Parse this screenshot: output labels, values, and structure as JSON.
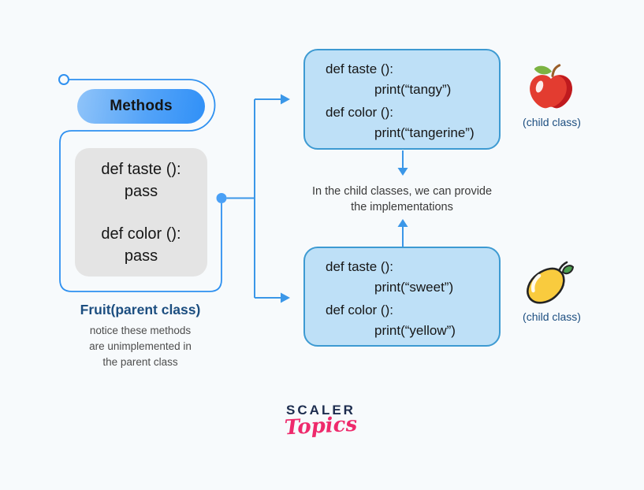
{
  "colors": {
    "background": "#f7fafc",
    "accent_blue": "#2e90f0",
    "connector_blue": "#3b97e8",
    "pill_gradient_start": "#90c4f9",
    "pill_gradient_end": "#3090f7",
    "child_box_fill": "#bee0f7",
    "child_box_border": "#3d9ad2",
    "parent_box_fill": "#e4e4e4",
    "navy_text": "#1c4e80",
    "logo_navy": "#1c2c4e",
    "logo_pink": "#ee2a6c"
  },
  "methods_pill": {
    "label": "Methods"
  },
  "parent_class": {
    "code": [
      "def taste ():",
      "pass",
      "def color ():",
      "pass"
    ],
    "title": "Fruit(parent class)",
    "caption_lines": [
      "notice these methods",
      "are unimplemented in",
      "the parent class"
    ]
  },
  "note": {
    "lines": [
      "In the child classes, we can provide",
      "the implementations"
    ]
  },
  "child_class_top": {
    "code": [
      "def taste ():",
      "print(“tangy”)",
      "def color ():",
      "print(“tangerine”)"
    ],
    "label": "(child class)",
    "icon": "apple-icon"
  },
  "child_class_bottom": {
    "code": [
      "def taste ():",
      "print(“sweet”)",
      "def color ():",
      "print(“yellow”)"
    ],
    "label": "(child class)",
    "icon": "mango-icon"
  },
  "logo": {
    "brand": "SCALER",
    "sub_brand": "Topics"
  }
}
